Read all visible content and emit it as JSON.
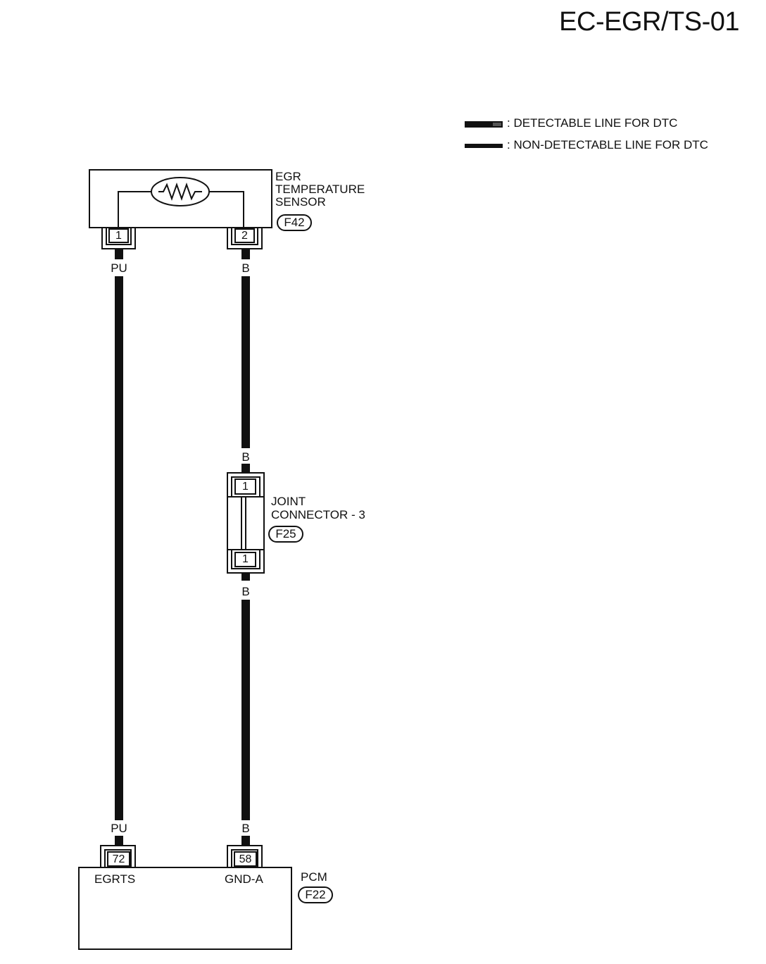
{
  "page": {
    "code": "EC-EGR/TS-01"
  },
  "legend": {
    "detectable": ": DETECTABLE LINE FOR DTC",
    "non_detectable": ": NON-DETECTABLE LINE FOR DTC"
  },
  "sensor": {
    "name_line1": "EGR",
    "name_line2": "TEMPERATURE",
    "name_line3": "SENSOR",
    "connector": "F42",
    "pin_a": "1",
    "pin_b": "2"
  },
  "wires": {
    "left_top": "PU",
    "right_top": "B",
    "joint_top": "B",
    "joint_bottom": "B",
    "left_bottom": "PU",
    "right_bottom": "B"
  },
  "joint": {
    "name_line1": "JOINT",
    "name_line2": "CONNECTOR - 3",
    "connector": "F25",
    "pin_top": "1",
    "pin_bottom": "1"
  },
  "pcm": {
    "name": "PCM",
    "connector": "F22",
    "pin_a": "72",
    "pin_b": "58",
    "term_a": "EGRTS",
    "term_b": "GND-A"
  }
}
